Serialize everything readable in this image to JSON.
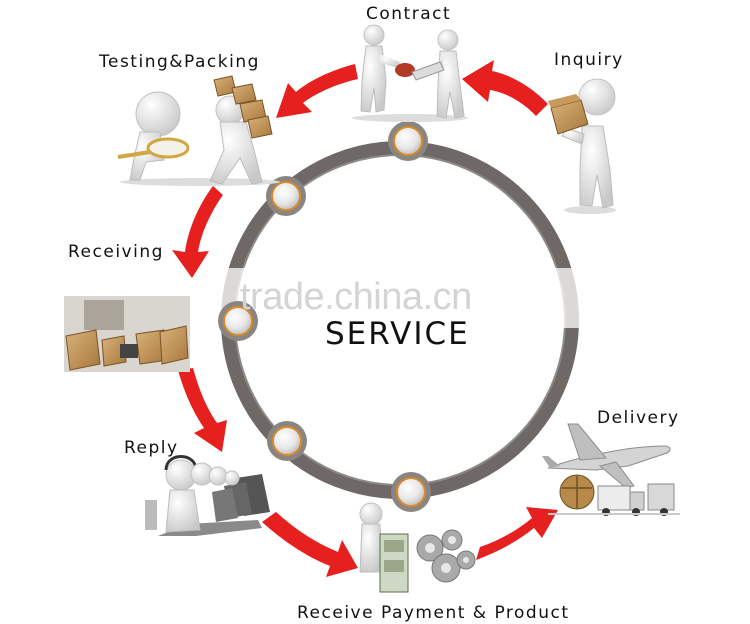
{
  "center": {
    "title": "SERVICE",
    "watermark": "trade.china.cn"
  },
  "steps": [
    {
      "label": "Inquiry",
      "icon": "person-holding-box-icon"
    },
    {
      "label": "Contract",
      "icon": "handshake-contract-icon"
    },
    {
      "label": "Testing&Packing",
      "icon": "inspect-and-carry-boxes-icon"
    },
    {
      "label": "Receiving",
      "icon": "warehouse-boxes-icon"
    },
    {
      "label": "Reply",
      "icon": "call-center-operators-icon"
    },
    {
      "label": "Receive Payment & Product",
      "icon": "payment-and-gears-icon"
    },
    {
      "label": "Delivery",
      "icon": "airplane-and-truck-icon"
    }
  ],
  "colors": {
    "arrow": "#e5201f",
    "ring": "#6e6966",
    "node_fill": "#eeeeee",
    "node_border": "#d98a2a"
  }
}
